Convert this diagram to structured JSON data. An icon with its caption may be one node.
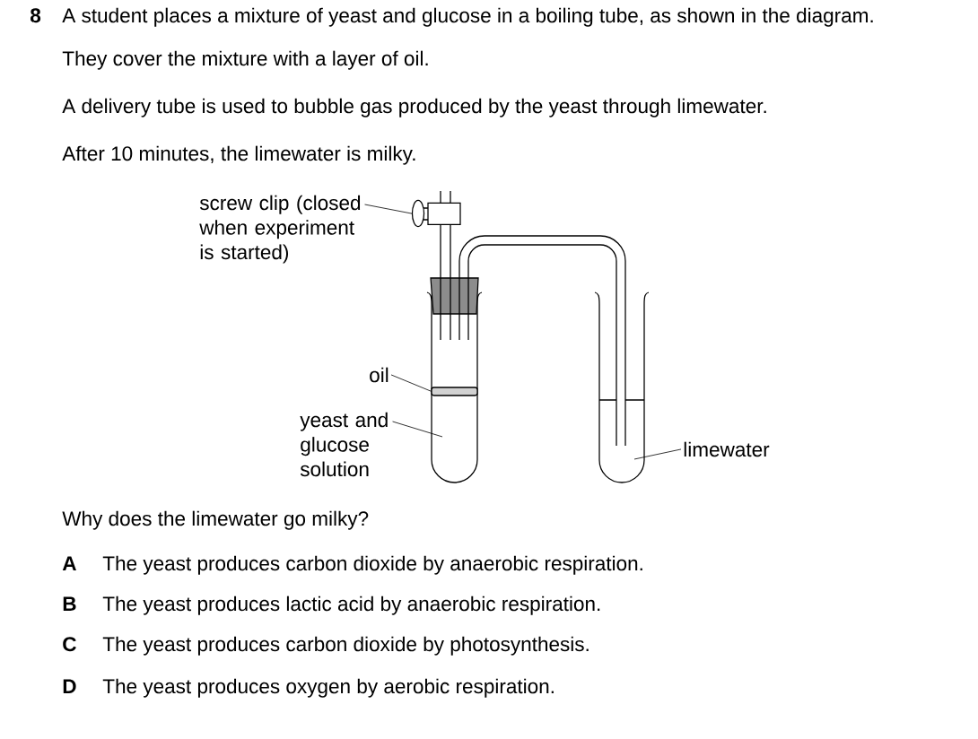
{
  "diagram": {
    "nodes": [
      {
        "text": [
          "screw clip (closed when experiment is started)"
        ]
      },
      {
        "text": [],
        "shape": "box"
      },
      {
        "text": [
          "oil"
        ]
      },
      {
        "text": [],
        "shape": "bar"
      },
      {
        "text": [
          "yeast and glucose solution"
        ]
      },
      {
        "text": [
          "limewater"
        ]
      }
    ],
    "edges": [
      {
        "from": 0,
        "to": 1,
        "arrow": "none"
      },
      {
        "from": 2,
        "to": 3,
        "arrow": "none"
      },
      {
        "from": 4,
        "to": null,
        "arrow": "none"
      },
      {
        "from": 5,
        "to": null,
        "arrow": "none"
      }
    ],
    "labels": [
      "8",
      "A student places a mixture of yeast and glucose in a boiling tube, as shown in the diagram.",
      "They cover the mixture with a layer of oil.",
      "A delivery tube is used to bubble gas produced by the yeast through limewater.",
      "After 10 minutes, the limewater is milky.",
      "Why does the limewater go milky?",
      "A",
      "The yeast produces carbon dioxide by anaerobic respiration.",
      "B",
      "The yeast produces lactic acid by anaerobic respiration.",
      "C",
      "The yeast produces carbon dioxide by photosynthesis.",
      "D",
      "The yeast produces oxygen by aerobic respiration."
    ]
  }
}
